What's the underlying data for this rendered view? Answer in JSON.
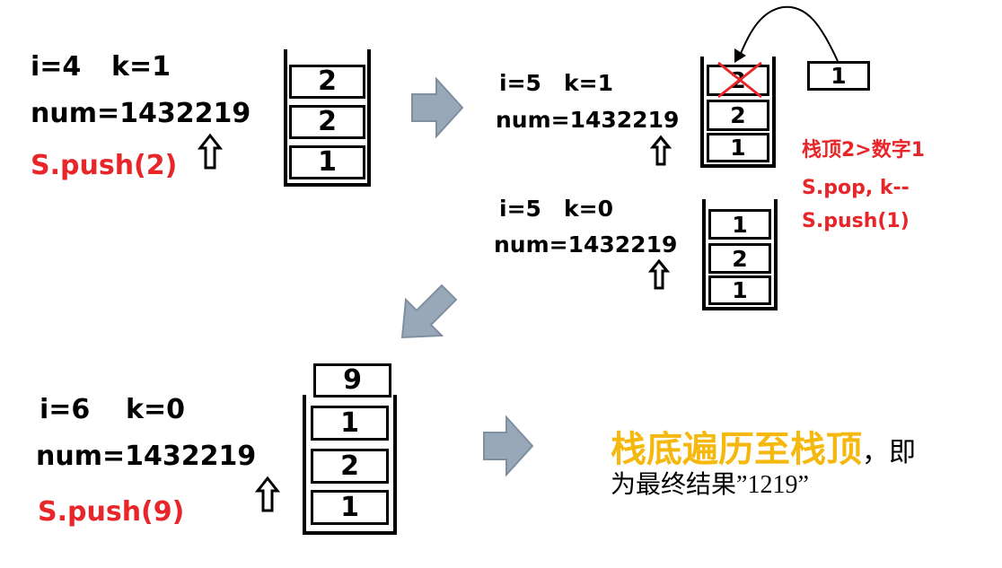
{
  "step1": {
    "i": "i=4",
    "k": "k=1",
    "num": "num=1432219",
    "op": "S.push(2)",
    "stack": [
      "2",
      "2",
      "1"
    ]
  },
  "step2a": {
    "i": "i=5",
    "k": "k=1",
    "num": "num=1432219",
    "stack": [
      "2",
      "2",
      "1"
    ],
    "incoming": "1",
    "note": [
      "栈顶2>数字1",
      "S.pop, k--",
      "S.push(1)"
    ]
  },
  "step2b": {
    "i": "i=5",
    "k": "k=0",
    "num": "num=1432219",
    "stack": [
      "1",
      "2",
      "1"
    ]
  },
  "step3": {
    "i": "i=6",
    "k": "k=0",
    "num": "num=1432219",
    "op": "S.push(9)",
    "stack": [
      "9",
      "1",
      "2",
      "1"
    ]
  },
  "summary": {
    "highlight": "栈底遍历至栈顶",
    "tail": "，即",
    "line2_prefix": "为最终结果",
    "result": "”1219”"
  },
  "colors": {
    "arrow_fill": "#98a8b8",
    "arrow_stroke": "#7f8f9f",
    "red": "#e8262a",
    "highlight": "#f5b80f"
  }
}
